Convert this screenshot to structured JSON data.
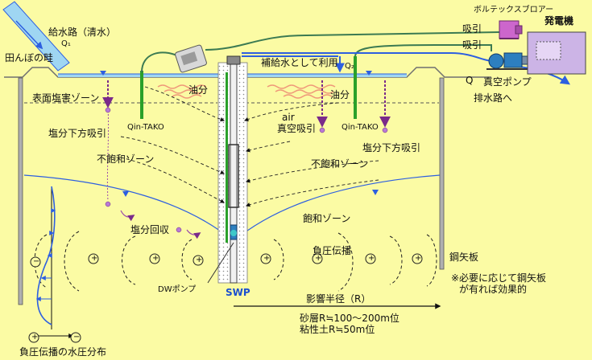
{
  "labels": {
    "water_supply": "給水路（清水）",
    "q1": "Q₁",
    "paddy_ridge": "田んぼの畦",
    "vortex_blower": "ボルテックスブロアー",
    "generator": "発電機",
    "suction_1": "吸引",
    "suction_2": "吸引",
    "makeup_water": "補給水として利用",
    "q2": "Q₂",
    "q": "Q",
    "vacuum_pump": "真空ポンプ",
    "drainage": "排水路へ",
    "salt_zone": "表面塩害ゾーン",
    "oil_left": "油分",
    "oil_right": "油分",
    "air": "air",
    "vacuum_suction": "真空吸引",
    "qin_left": "Qin-TAKO",
    "qin_right": "Qin-TAKO",
    "salt_down_left": "塩分下方吸引",
    "salt_down_right": "塩分下方吸引",
    "unsat_left": "不飽和ゾーン",
    "unsat_right": "不飽和ゾーン",
    "saturated": "飽和ゾーン",
    "salt_recovery": "塩分回収",
    "neg_pressure": "負圧伝播",
    "sheet_pile": "鋼矢板",
    "note_1": "※必要に応じて鋼矢板",
    "note_2": "が有れば効果的",
    "dw_pump": "DWポンプ",
    "swp": "SWP",
    "radius": "影響半径（R）",
    "sand_r": "砂層R≒100～200m位",
    "clay_r": "粘性土R≒50m位",
    "pressure_dist": "負圧伝播の水圧分布",
    "plus": "+",
    "minus": "−"
  },
  "colors": {
    "background": "#fbfba4",
    "water": "#9fd6f2",
    "water_line": "#2d5fe0",
    "soil_line": "#707070",
    "pipe_green": "#2aa02a",
    "hose_green": "#3b7a52",
    "oil": "#ef9a7a",
    "blower": "#cc66cc",
    "pump": "#2d7fbf",
    "dot": "#b979d6"
  }
}
